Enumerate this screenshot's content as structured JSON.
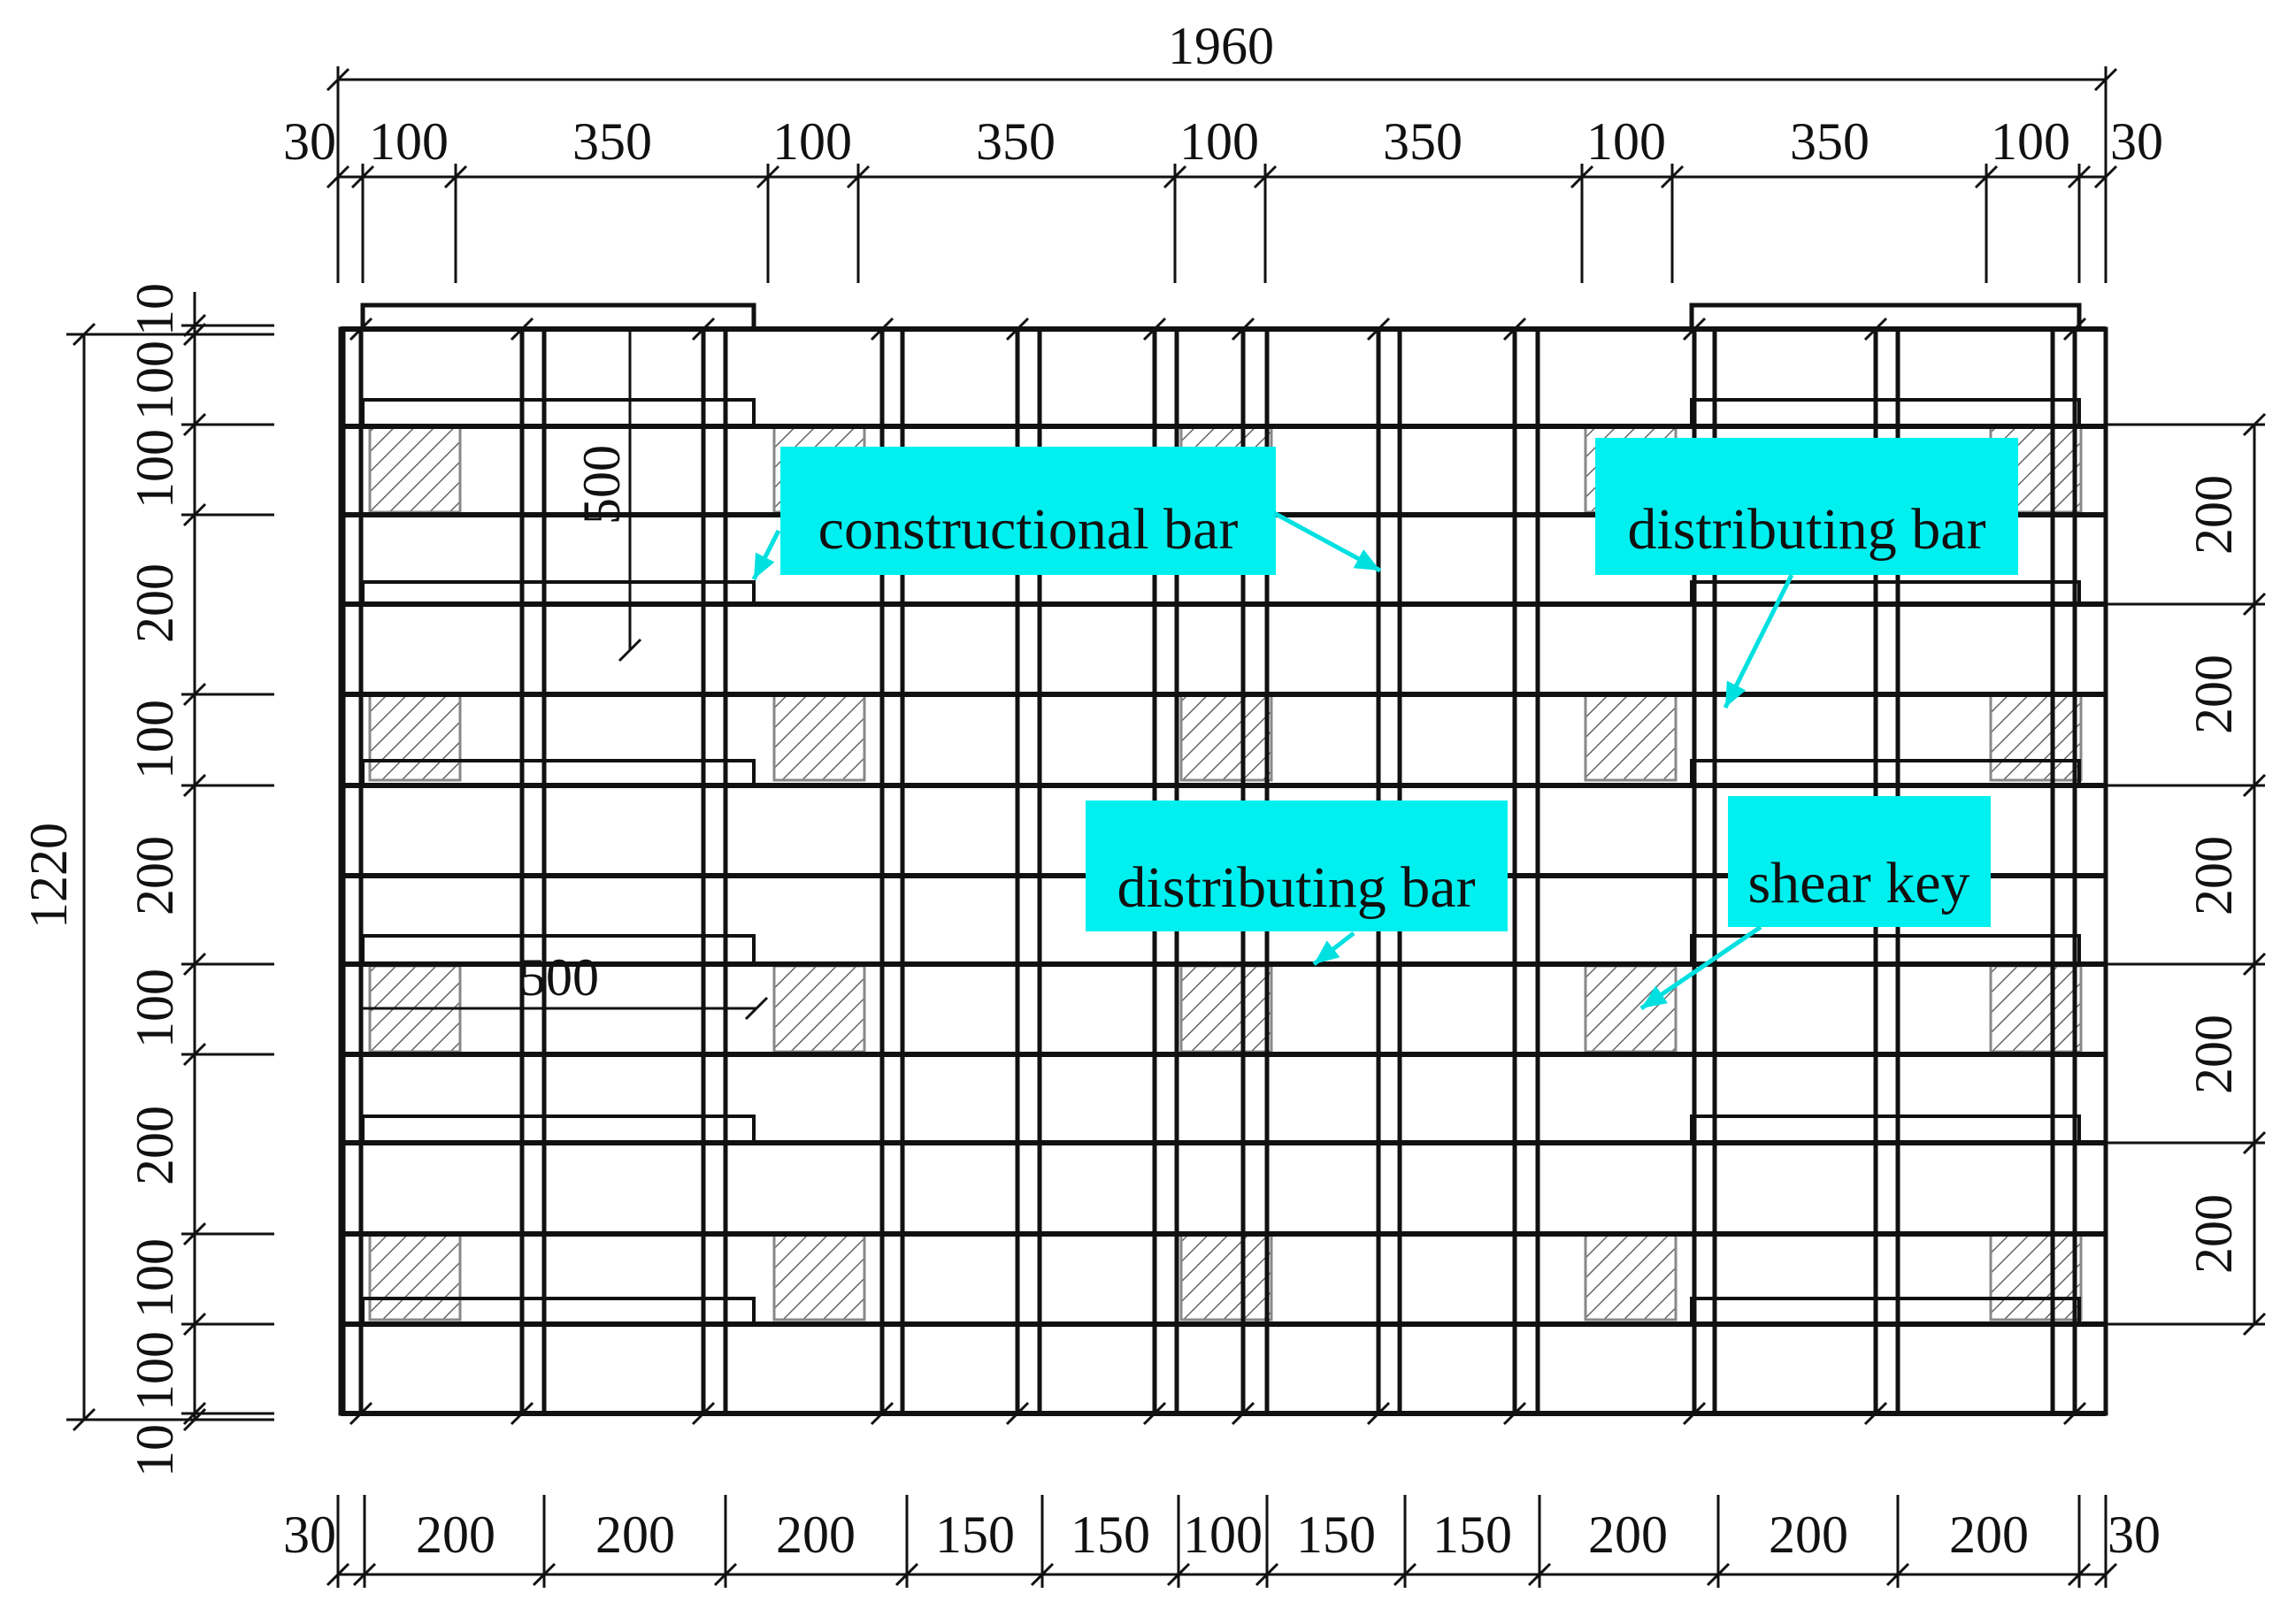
{
  "total_width": "1960",
  "total_height": "1220",
  "top_dims": [
    "30",
    "100",
    "350",
    "100",
    "350",
    "100",
    "350",
    "100",
    "350",
    "100",
    "30"
  ],
  "bottom_dims": [
    "30",
    "200",
    "200",
    "200",
    "150",
    "150",
    "100",
    "150",
    "150",
    "200",
    "200",
    "200",
    "30"
  ],
  "left_dims": [
    "10",
    "100",
    "100",
    "200",
    "100",
    "200",
    "100",
    "200",
    "100",
    "100",
    "10"
  ],
  "right_dims": [
    "200",
    "200",
    "200",
    "200",
    "200"
  ],
  "inner_dims": {
    "vertical": "500",
    "horizontal": "500"
  },
  "callouts": {
    "constructional": "constructional bar",
    "distributing_top": "distributing bar",
    "distributing_mid": "distributing bar",
    "shear_key": "shear key"
  },
  "colors": {
    "callout_bg": "#00f0f0",
    "callout_arrow": "#00e0e0",
    "line": "#111111"
  }
}
